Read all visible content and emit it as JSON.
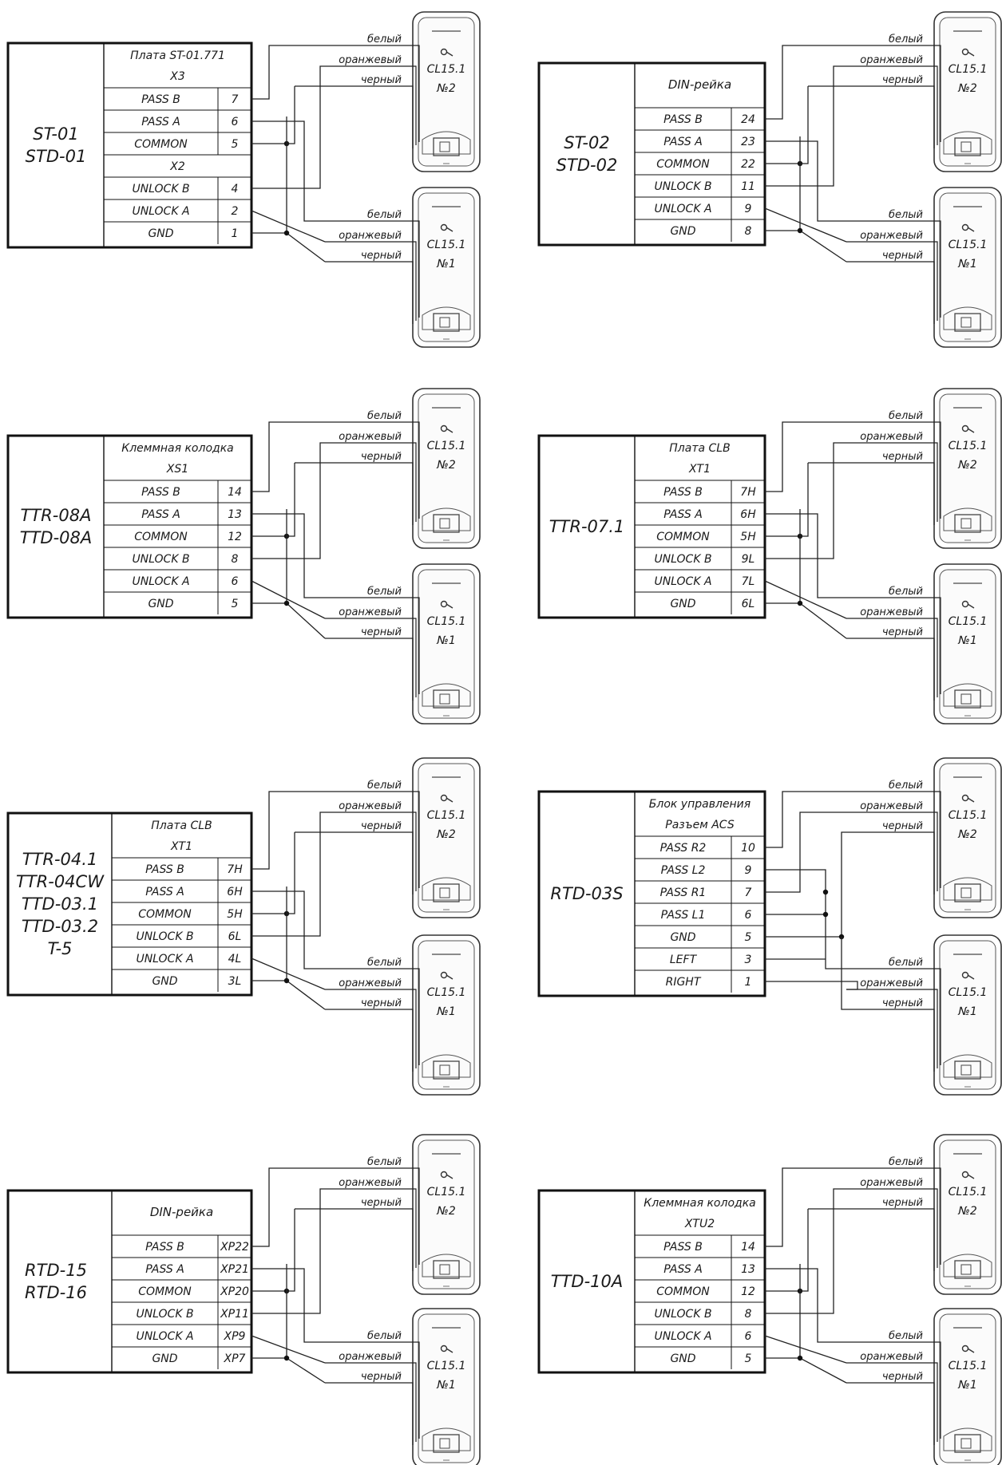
{
  "colors": {
    "ink": "#1a1a1a",
    "background": "#ffffff"
  },
  "wire_labels": [
    "белый",
    "оранжевый",
    "черный"
  ],
  "reader_model": "CL15.1",
  "reader_top": "№2",
  "reader_bottom": "№1",
  "panels": [
    {
      "devices": [
        "ST-01",
        "STD-01"
      ],
      "header": [
        "Плата ST-01.771",
        "X3"
      ],
      "rows": [
        {
          "name": "PASS B",
          "pin": "7"
        },
        {
          "name": "PASS A",
          "pin": "6"
        },
        {
          "name": "COMMON",
          "pin": "5"
        },
        {
          "section": "X2"
        },
        {
          "name": "UNLOCK B",
          "pin": "4"
        },
        {
          "name": "UNLOCK A",
          "pin": "2"
        },
        {
          "name": "GND",
          "pin": "1"
        }
      ]
    },
    {
      "devices": [
        "ST-02",
        "STD-02"
      ],
      "header": [
        "DIN-рейка"
      ],
      "rows": [
        {
          "name": "PASS B",
          "pin": "24"
        },
        {
          "name": "PASS A",
          "pin": "23"
        },
        {
          "name": "COMMON",
          "pin": "22"
        },
        {
          "name": "UNLOCK B",
          "pin": "11"
        },
        {
          "name": "UNLOCK A",
          "pin": "9"
        },
        {
          "name": "GND",
          "pin": "8"
        }
      ]
    },
    {
      "devices": [
        "TTR-08A",
        "TTD-08A"
      ],
      "header": [
        "Клеммная колодка",
        "XS1"
      ],
      "rows": [
        {
          "name": "PASS B",
          "pin": "14"
        },
        {
          "name": "PASS A",
          "pin": "13"
        },
        {
          "name": "COMMON",
          "pin": "12"
        },
        {
          "name": "UNLOCK B",
          "pin": "8"
        },
        {
          "name": "UNLOCK A",
          "pin": "6"
        },
        {
          "name": "GND",
          "pin": "5"
        }
      ]
    },
    {
      "devices": [
        "TTR-07.1"
      ],
      "header": [
        "Плата CLB",
        "XT1"
      ],
      "rows": [
        {
          "name": "PASS B",
          "pin": "7H"
        },
        {
          "name": "PASS A",
          "pin": "6H"
        },
        {
          "name": "COMMON",
          "pin": "5H"
        },
        {
          "name": "UNLOCK B",
          "pin": "9L"
        },
        {
          "name": "UNLOCK A",
          "pin": "7L"
        },
        {
          "name": "GND",
          "pin": "6L"
        }
      ]
    },
    {
      "devices": [
        "TTR-04.1",
        "TTR-04CW",
        "TTD-03.1",
        "TTD-03.2",
        "T-5"
      ],
      "header": [
        "Плата CLB",
        "XT1"
      ],
      "rows": [
        {
          "name": "PASS B",
          "pin": "7H"
        },
        {
          "name": "PASS A",
          "pin": "6H"
        },
        {
          "name": "COMMON",
          "pin": "5H"
        },
        {
          "name": "UNLOCK B",
          "pin": "6L"
        },
        {
          "name": "UNLOCK A",
          "pin": "4L"
        },
        {
          "name": "GND",
          "pin": "3L"
        }
      ]
    },
    {
      "devices": [
        "RTD-03S"
      ],
      "header": [
        "Блок управления",
        "Разъем ACS"
      ],
      "rows": [
        {
          "name": "PASS R2",
          "pin": "10"
        },
        {
          "name": "PASS L2",
          "pin": "9"
        },
        {
          "name": "PASS R1",
          "pin": "7"
        },
        {
          "name": "PASS L1",
          "pin": "6"
        },
        {
          "name": "GND",
          "pin": "5"
        },
        {
          "name": "LEFT",
          "pin": "3"
        },
        {
          "name": "RIGHT",
          "pin": "1"
        }
      ]
    },
    {
      "devices": [
        "RTD-15",
        "RTD-16"
      ],
      "header": [
        "DIN-рейка"
      ],
      "rows": [
        {
          "name": "PASS B",
          "pin": "XP22"
        },
        {
          "name": "PASS A",
          "pin": "XP21"
        },
        {
          "name": "COMMON",
          "pin": "XP20"
        },
        {
          "name": "UNLOCK B",
          "pin": "XP11"
        },
        {
          "name": "UNLOCK A",
          "pin": "XP9"
        },
        {
          "name": "GND",
          "pin": "XP7"
        }
      ]
    },
    {
      "devices": [
        "TTD-10A"
      ],
      "header": [
        "Клеммная колодка",
        "XTU2"
      ],
      "rows": [
        {
          "name": "PASS B",
          "pin": "14"
        },
        {
          "name": "PASS A",
          "pin": "13"
        },
        {
          "name": "COMMON",
          "pin": "12"
        },
        {
          "name": "UNLOCK B",
          "pin": "8"
        },
        {
          "name": "UNLOCK A",
          "pin": "6"
        },
        {
          "name": "GND",
          "pin": "5"
        }
      ]
    }
  ]
}
